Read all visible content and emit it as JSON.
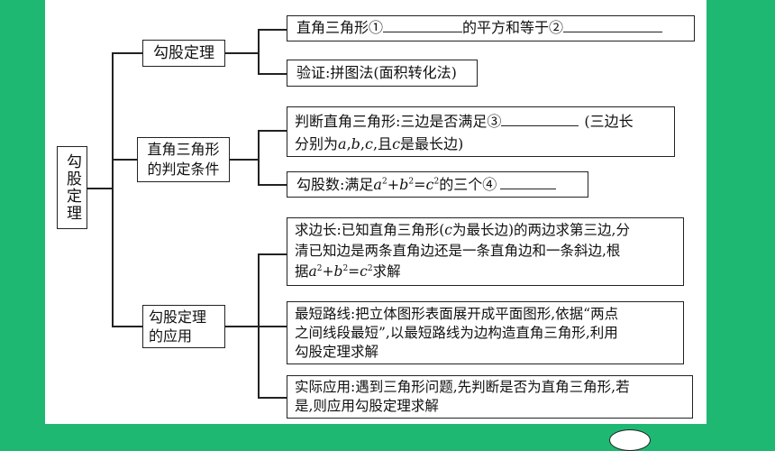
{
  "root": {
    "label": "勾股定理"
  },
  "branch1": {
    "label": "勾股定理",
    "item1": {
      "part1": "直角三角形①",
      "part2": "的平方和等于②"
    },
    "item2": "验证:拼图法(面积转化法)"
  },
  "branch2": {
    "label_line1": "直角三角形",
    "label_line2": "的判定条件",
    "item1": {
      "part1": "判断直角三角形:三边是否满足③",
      "part2": "(三边长",
      "line2_a": "分别为",
      "var_a": "a",
      "comma1": ",",
      "var_b": "b",
      "comma2": ",",
      "var_c": "c",
      "mid": ",且",
      "var_c2": "c",
      "tail": "是最长边)"
    },
    "item2": {
      "prefix": "勾股数:满足",
      "a": "a",
      "exp": "2",
      "plus": "+",
      "b": "b",
      "eq": "=",
      "c": "c",
      "suffix": "的三个④"
    }
  },
  "branch3": {
    "label_line1": "勾股定理",
    "label_line2": "的应用",
    "item1": {
      "line1_a": "求边长:已知直角三角形(",
      "var_c": "c",
      "line1_b": "为最长边)的两边求第三边,分",
      "line2": "清已知边是两条直角边还是一条直角边和一条斜边,根",
      "line3_a": "据",
      "a": "a",
      "exp": "2",
      "plus": "+",
      "b": "b",
      "eq": "=",
      "c": "c",
      "line3_b": "求解"
    },
    "item2": {
      "line1": "最短路线:把立体图形表面展开成平面图形,依据“两点",
      "line2": "之间线段最短”,以最短路线为边构造直角三角形,利用",
      "line3": "勾股定理求解"
    },
    "item3": {
      "line1": "实际应用:遇到三角形问题,先判断是否为直角三角形,若",
      "line2": "是,则应用勾股定理求解"
    }
  }
}
